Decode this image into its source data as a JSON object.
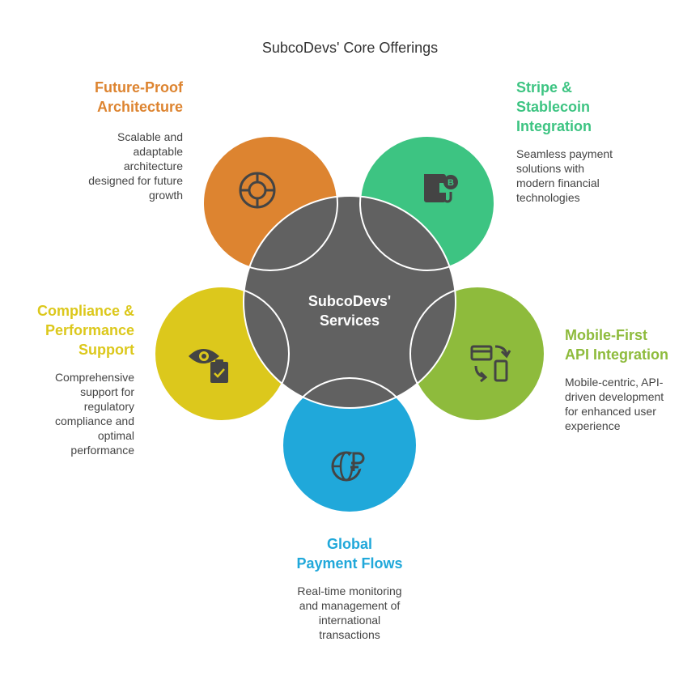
{
  "title": "SubcoDevs' Core Offerings",
  "center": {
    "label_line1": "SubcoDevs'",
    "label_line2": "Services",
    "color": "#616161"
  },
  "offerings": [
    {
      "key": "future-proof",
      "title_lines": [
        "Future-Proof",
        "Architecture"
      ],
      "description_lines": [
        "Scalable and",
        "adaptable",
        "architecture",
        "designed for future",
        "growth"
      ],
      "color": "#DD8430",
      "icon": "target-wheel-icon"
    },
    {
      "key": "stripe",
      "title_lines": [
        "Stripe &",
        "Stablecoin",
        "Integration"
      ],
      "description_lines": [
        "Seamless payment",
        "solutions with",
        "modern financial",
        "technologies"
      ],
      "color": "#3DC482",
      "icon": "bitcoin-wallet-icon"
    },
    {
      "key": "mobile-first",
      "title_lines": [
        "Mobile-First",
        "API Integration"
      ],
      "description_lines": [
        "Mobile-centric, API-",
        "driven development",
        "for enhanced user",
        "experience"
      ],
      "color": "#8EBB3C",
      "icon": "card-to-phone-icon"
    },
    {
      "key": "global-payment",
      "title_lines": [
        "Global",
        "Payment Flows"
      ],
      "description_lines": [
        "Real-time monitoring",
        "and management of",
        "international",
        "transactions"
      ],
      "color": "#20A8DA",
      "icon": "globe-currency-icon"
    },
    {
      "key": "compliance",
      "title_lines": [
        "Compliance &",
        "Performance",
        "Support"
      ],
      "description_lines": [
        "Comprehensive",
        "support for",
        "regulatory",
        "compliance and",
        "optimal",
        "performance"
      ],
      "color": "#DCC81C",
      "icon": "eye-clipboard-icon"
    }
  ]
}
